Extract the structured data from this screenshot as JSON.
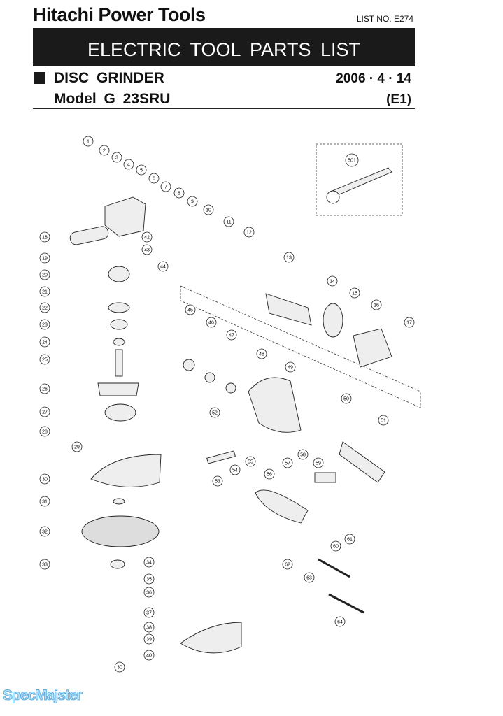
{
  "header": {
    "brand": "Hitachi Power Tools",
    "list_no": "LIST NO. E274",
    "banner": "ELECTRIC TOOL PARTS LIST",
    "product_type": "DISC GRINDER",
    "date": "2006 · 4 · 14",
    "model": "Model G 23SRU",
    "variant": "(E1)"
  },
  "diagram": {
    "callouts": [
      "1",
      "2",
      "3",
      "4",
      "5",
      "6",
      "7",
      "8",
      "9",
      "10",
      "11",
      "12",
      "13",
      "14",
      "15",
      "16",
      "17",
      "18",
      "19",
      "20",
      "21",
      "22",
      "23",
      "24",
      "25",
      "26",
      "27",
      "28",
      "29",
      "30",
      "31",
      "32",
      "33",
      "34",
      "35",
      "36",
      "37",
      "38",
      "39",
      "40",
      "30",
      "42",
      "43",
      "44",
      "45",
      "46",
      "47",
      "48",
      "49",
      "50",
      "51",
      "52",
      "53",
      "54",
      "55",
      "56",
      "57",
      "58",
      "59",
      "60",
      "61",
      "62",
      "63",
      "64",
      "501"
    ]
  },
  "watermark": "SpecMajster"
}
